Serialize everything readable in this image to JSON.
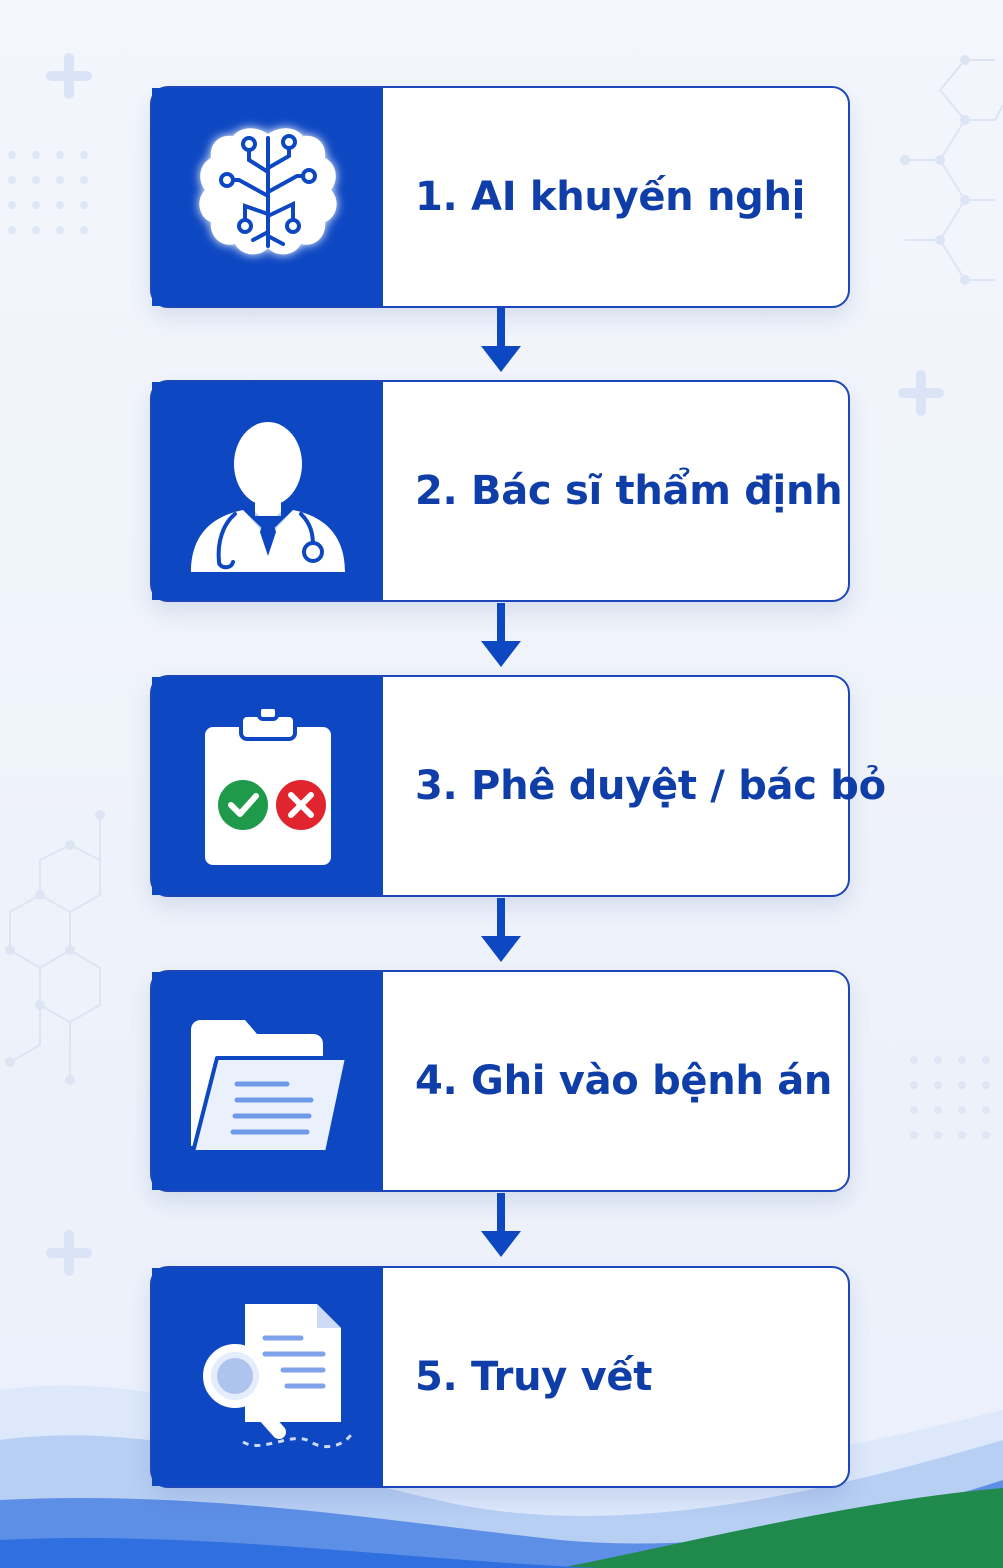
{
  "colors": {
    "primary": "#0d47c2",
    "border": "#1d47b8",
    "label_text": "#0f3ea8",
    "approve": "#1e9a4a",
    "reject": "#e0252f",
    "wave_green": "#1f8a4c"
  },
  "steps": [
    {
      "label": "1. AI khuyến nghị",
      "icon": "brain-circuit-icon"
    },
    {
      "label": "2. Bác sĩ thẩm định",
      "icon": "doctor-icon"
    },
    {
      "label": "3. Phê duyệt / bác bỏ",
      "icon": "clipboard-approve-reject-icon"
    },
    {
      "label": "4. Ghi vào bệnh án",
      "icon": "folder-record-icon"
    },
    {
      "label": "5. Truy vết",
      "icon": "document-search-icon"
    }
  ]
}
